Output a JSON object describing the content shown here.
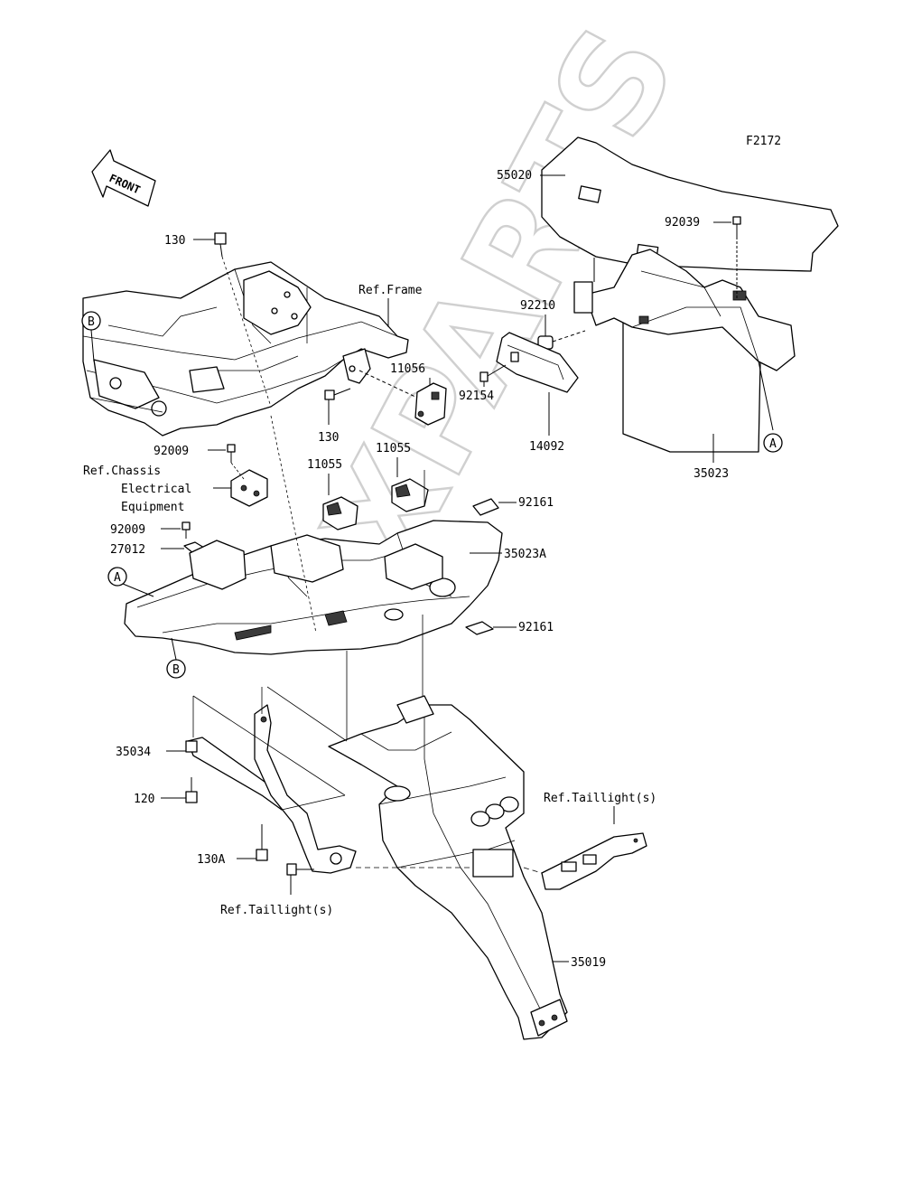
{
  "figure_code": "F2172",
  "front_arrow_label": "FRONT",
  "watermark_text": "XPARTS",
  "ref_labels": {
    "frame": "Ref.Frame",
    "chassis_line1": "Ref.Chassis",
    "chassis_line2": "Electrical",
    "chassis_line3": "Equipment",
    "taillight_right": "Ref.Taillight(s)",
    "taillight_bottom": "Ref.Taillight(s)"
  },
  "part_numbers": {
    "p55020": "55020",
    "p92039": "92039",
    "p92210": "92210",
    "p92154": "92154",
    "p14092": "14092",
    "p35023": "35023",
    "p130_top": "130",
    "p130_mid": "130",
    "p11056": "11056",
    "p11055_a": "11055",
    "p11055_b": "11055",
    "p92009_a": "92009",
    "p92009_b": "92009",
    "p27012": "27012",
    "p92161_a": "92161",
    "p92161_b": "92161",
    "p35023A": "35023A",
    "p35034": "35034",
    "p120": "120",
    "p130A": "130A",
    "p35019": "35019"
  },
  "connector_marks": {
    "a_right": "A",
    "a_left": "A",
    "b_top": "B",
    "b_bottom": "B"
  }
}
